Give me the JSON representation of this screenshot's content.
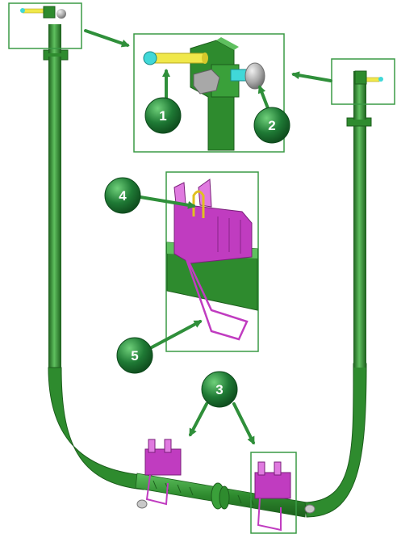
{
  "colors": {
    "frame_green": "#2e8b2e",
    "frame_dark": "#1c5e1c",
    "frame_light": "#5fc05f",
    "bracket_magenta": "#c03cc0",
    "bracket_light": "#e07ae0",
    "pin_yellow": "#f0e84a",
    "pin_cyan": "#40d8d8",
    "knob_gray": "#a8a8a8",
    "callout_green": "#1f7a35",
    "arrow_green": "#2f8f3a",
    "box_border": "#3a9a45"
  },
  "icons": {
    "callout_style": "green-sphere",
    "pointer_style": "green-arrow"
  },
  "callouts": [
    {
      "id": "c1",
      "label": "1"
    },
    {
      "id": "c2",
      "label": "2"
    },
    {
      "id": "c3",
      "label": "3"
    },
    {
      "id": "c4",
      "label": "4"
    },
    {
      "id": "c5",
      "label": "5"
    }
  ]
}
